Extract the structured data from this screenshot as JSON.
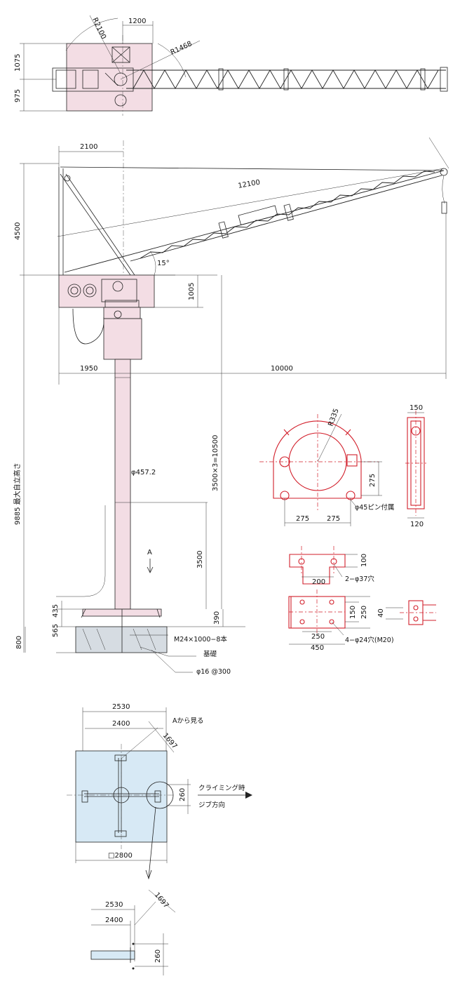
{
  "plan_view": {
    "dim_top": "1200",
    "radius_rear": "R2100",
    "radius_front": "R1468",
    "dim_left_upper": "1075",
    "dim_left_lower": "975"
  },
  "elevation": {
    "dim_2100": "2100",
    "dim_12100": "12100",
    "dim_4500": "4500",
    "angle": "15°",
    "dim_1005": "1005",
    "dim_1950": "1950",
    "dim_10000": "10000",
    "max_height": "9885 最大自立高さ",
    "mast_height": "3500×3=10500",
    "mast_dia": "φ457.2",
    "dim_3500": "3500",
    "view_mark": "A",
    "dim_565": "565",
    "dim_435": "435",
    "dim_800": "800",
    "dim_390": "390",
    "bolt_spec": "M24×1000−8本",
    "foundation": "基礎",
    "rebar_spec": "φ16 @300"
  },
  "details": {
    "radius": "R335",
    "dim_150_top": "150",
    "dim_275_v": "275",
    "dim_275_a": "275",
    "dim_275_b": "275",
    "pin_note": "φ45ピン付属",
    "dim_120": "120",
    "dim_100": "100",
    "dim_200": "200",
    "hole_37": "2−φ37穴",
    "dim_150_r": "150",
    "dim_250_r": "250",
    "dim_40": "40",
    "dim_250": "250",
    "dim_450": "450",
    "hole_24": "4−φ24穴(M20)"
  },
  "base_plan": {
    "dim_2530": "2530",
    "dim_2400": "2400",
    "view_label": "Aから見る",
    "dim_1697": "1697",
    "climbing_note_1": "クライミング時",
    "climbing_note_2": "ジブ方向",
    "dim_260": "260",
    "dim_2800": "□2800"
  },
  "enlarged": {
    "dim_2530": "2530",
    "dim_2400": "2400",
    "dim_1697": "1697",
    "dim_260": "260"
  },
  "colors": {
    "machine_fill": "#f3dde4",
    "foundation_fill": "#d7e9f5",
    "detail_red": "#d21e2a"
  }
}
